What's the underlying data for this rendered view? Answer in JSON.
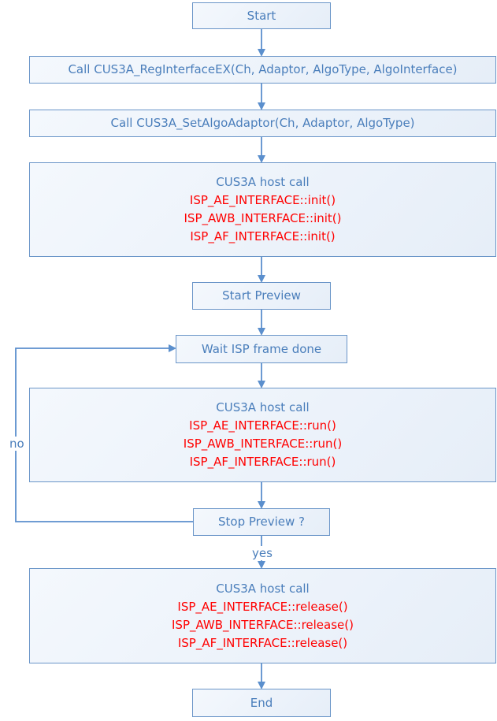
{
  "nodes": {
    "start": {
      "label": "Start"
    },
    "reg_interface": {
      "label": "Call CUS3A_RegInterfaceEX(Ch, Adaptor, AlgoType, AlgoInterface)"
    },
    "set_algo": {
      "label": "Call CUS3A_SetAlgoAdaptor(Ch, Adaptor, AlgoType)"
    },
    "init_call": {
      "title": "CUS3A host call",
      "lines": [
        "ISP_AE_INTERFACE::init()",
        "ISP_AWB_INTERFACE::init()",
        "ISP_AF_INTERFACE::init()"
      ]
    },
    "start_preview": {
      "label": "Start Preview"
    },
    "wait_frame": {
      "label": "Wait ISP frame done"
    },
    "run_call": {
      "title": "CUS3A host call",
      "lines": [
        "ISP_AE_INTERFACE::run()",
        "ISP_AWB_INTERFACE::run()",
        "ISP_AF_INTERFACE::run()"
      ]
    },
    "stop_preview": {
      "label": "Stop Preview ?"
    },
    "release_call": {
      "title": "CUS3A host call",
      "lines": [
        "ISP_AE_INTERFACE::release()",
        "ISP_AWB_INTERFACE::release()",
        "ISP_AF_INTERFACE::release()"
      ]
    },
    "end": {
      "label": "End"
    }
  },
  "edges": {
    "no_label": "no",
    "yes_label": "yes"
  },
  "colors": {
    "border": "#6a95c8",
    "text": "#4a7ebb",
    "highlight": "#ff0000",
    "arrow": "#5b8fcd"
  }
}
